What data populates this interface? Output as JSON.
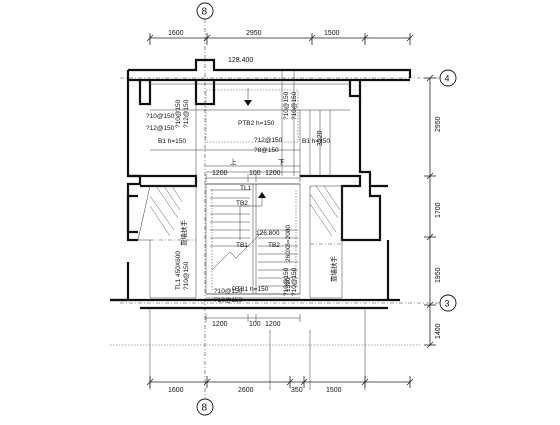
{
  "axes": {
    "top_axis": "8",
    "bottom_axis": "8",
    "right_axis_top": "4",
    "right_axis_bottom": "3"
  },
  "top_dims": {
    "d1": "1600",
    "d2": "2950",
    "d3": "1500"
  },
  "bottom_dims": {
    "d1": "1600",
    "d2": "2600",
    "d3": "350",
    "d4": "1500"
  },
  "right_dims": {
    "d1": "2950",
    "d2": "1700",
    "d3": "1950",
    "d4": "1400"
  },
  "elevation_top": "128.400",
  "slabs": {
    "ptb2": "PTB2 h=150",
    "b1": "B1 h=150",
    "ptb1": "PTB1 h=150"
  },
  "rebar": {
    "r1": "?10@150",
    "r2": "?12@150",
    "r3": "?12@150",
    "r4": "?8@150",
    "r5": "?10@150",
    "r6": "?10@150",
    "r7": "?10@150",
    "r8": "?10@150"
  },
  "inner_dims": {
    "top_1200": "1200",
    "top_100": "100",
    "top_1200b": "1200",
    "bot_1200": "1200",
    "bot_100": "100",
    "bot_1200b": "1200",
    "v3220": "3220",
    "v1320": "1320"
  },
  "stair": {
    "tl1": "TL1",
    "tb2_upper": "TB2",
    "tb1_left": "TB1",
    "tb2_right": "TB2",
    "elevation": "126.800",
    "steps": "260X8=2080",
    "beam_text": "TL1 450X600"
  },
  "arrows": {
    "up": "上",
    "down": "下"
  },
  "side_notes": {
    "left": "靠墙扶手",
    "right": "靠墙扶手"
  }
}
